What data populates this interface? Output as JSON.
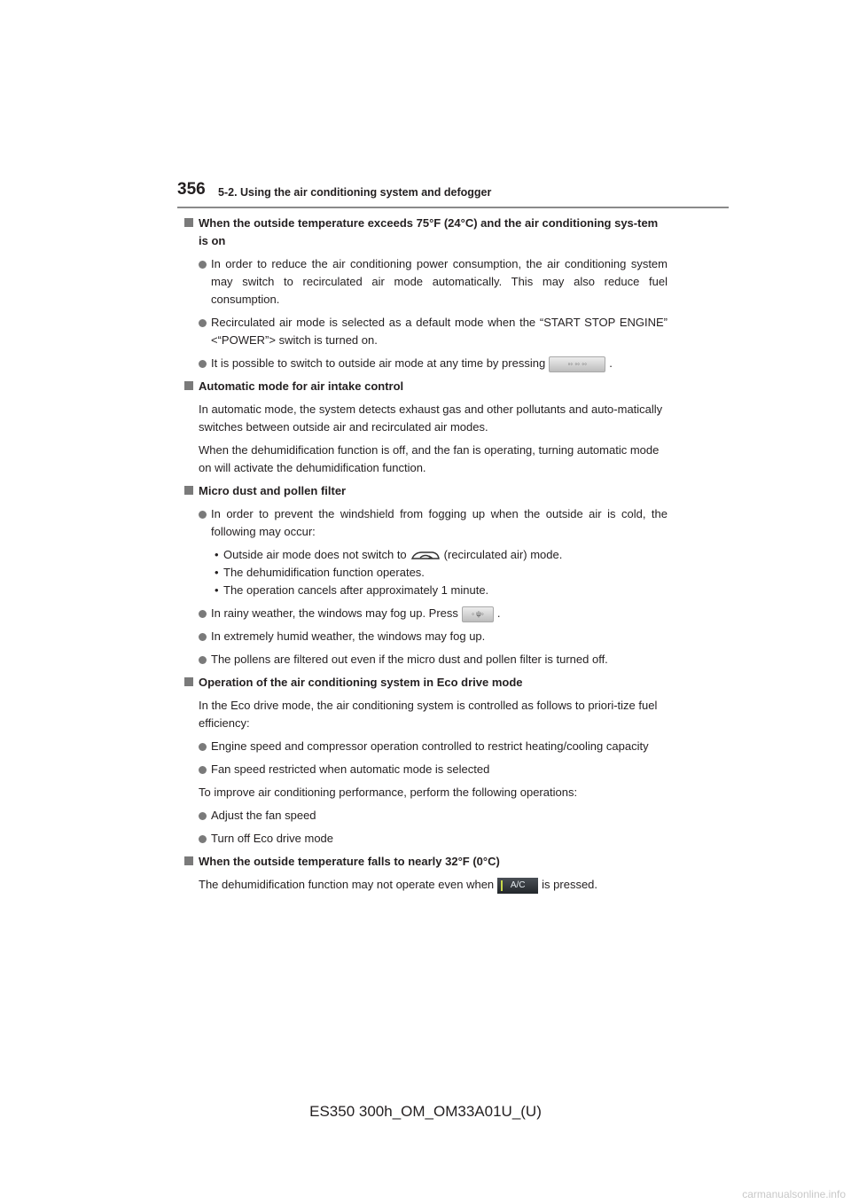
{
  "header": {
    "page_number": "356",
    "chapter": "5-2. Using the air conditioning system and defogger"
  },
  "sections": {
    "s1": {
      "title": "When the outside temperature exceeds 75°F (24°C) and the air conditioning sys-tem is on",
      "b1": "In order to reduce the air conditioning power consumption, the air conditioning system may switch to recirculated air mode automatically. This may also reduce fuel consumption.",
      "b2": "Recirculated air mode is selected as a default mode when the “START STOP ENGINE” <“POWER”> switch is turned on.",
      "b3_pre": "It is possible to switch to outside air mode at any time by pressing",
      "b3_post": "."
    },
    "s2": {
      "title": "Automatic mode for air intake control",
      "p1": "In automatic mode, the system detects exhaust gas and other pollutants and auto-matically switches between outside air and recirculated air modes.",
      "p2": "When the dehumidification function is off, and the fan is operating, turning automatic mode on will activate the dehumidification function."
    },
    "s3": {
      "title": "Micro dust and pollen filter",
      "b1": "In order to prevent the windshield from fogging up when the outside air is cold, the following may occur:",
      "sub1_pre": "Outside air mode does not switch to",
      "sub1_post": "(recirculated air) mode.",
      "sub2": "The dehumidification function operates.",
      "sub3": "The operation cancels after approximately 1 minute.",
      "b2_pre": "In rainy weather, the windows may fog up. Press",
      "b2_post": ".",
      "b3": "In extremely humid weather, the windows may fog up.",
      "b4": "The pollens are filtered out even if the micro dust and pollen filter is turned off."
    },
    "s4": {
      "title": "Operation of the air conditioning system in Eco drive mode",
      "p1": "In the Eco drive mode, the air conditioning system is controlled as follows to priori-tize fuel efficiency:",
      "b1": "Engine speed and compressor operation controlled to restrict heating/cooling capacity",
      "b2": "Fan speed restricted when automatic mode is selected",
      "p2": "To improve air conditioning performance, perform the following operations:",
      "b3": "Adjust the fan speed",
      "b4": "Turn off Eco drive mode"
    },
    "s5": {
      "title": "When the outside temperature falls to nearly 32°F (0°C)",
      "p1_pre": "The dehumidification function may not operate even when",
      "p1_post": "is pressed.",
      "ac_label": "A/C"
    }
  },
  "footer": "ES350 300h_OM_OM33A01U_(U)",
  "watermark": "carmanualsonline.info"
}
